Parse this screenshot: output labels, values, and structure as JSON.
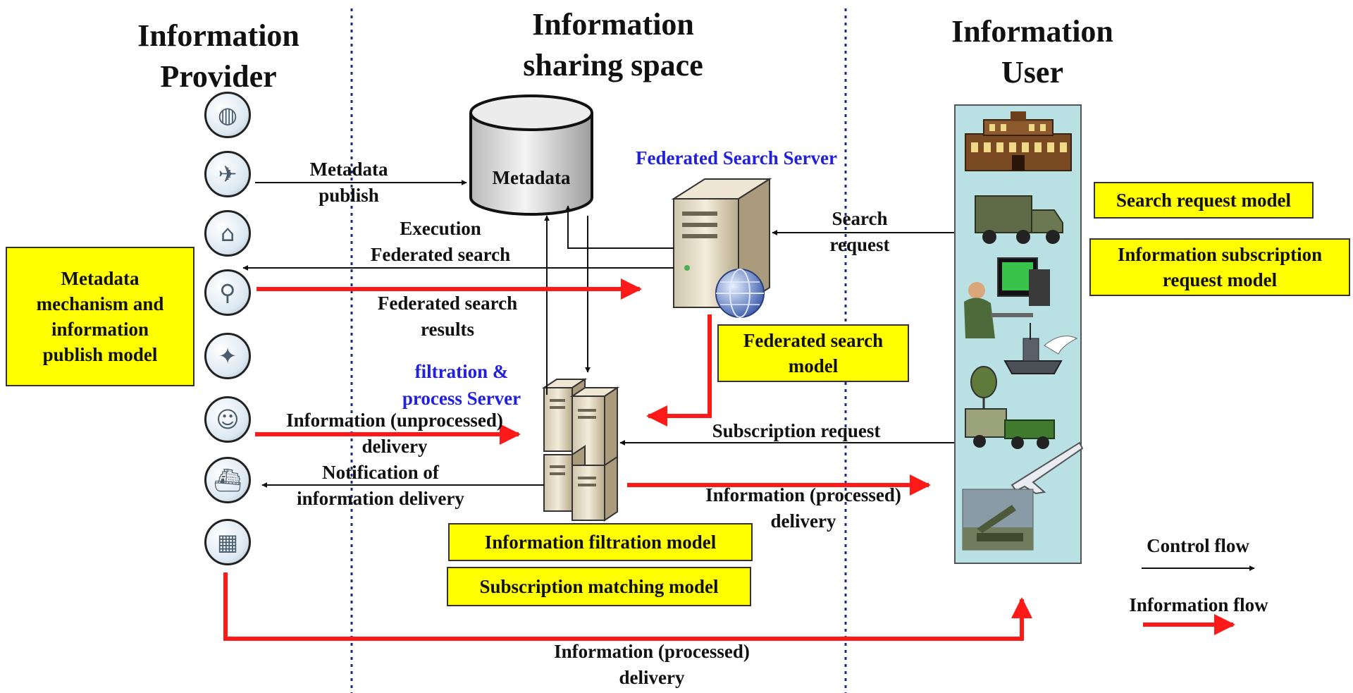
{
  "headers": {
    "provider": "Information\nProvider",
    "sharing_space": "Information\nsharing space",
    "user": "Information\nUser"
  },
  "servers": {
    "federated_search_server": "Federated Search Server",
    "filtration_server": "filtration &\nprocess Server",
    "metadata_db": "Metadata"
  },
  "flow_labels": {
    "metadata_publish": "Metadata\npublish",
    "execution_federated_search": "Execution\nFederated search",
    "federated_search_results": "Federated search\nresults",
    "search_request": "Search\nrequest",
    "info_unprocessed_delivery": "Information (unprocessed)\ndelivery",
    "notification_delivery": "Notification of\ninformation delivery",
    "subscription_request": "Subscription request",
    "info_processed_delivery_user": "Information (processed)\ndelivery",
    "info_processed_delivery_bottom": "Information (processed)\ndelivery"
  },
  "model_boxes": {
    "metadata_publish_model": "Metadata\nmechanism and\ninformation\npublish model",
    "search_request_model": "Search request model",
    "subscription_request_model": "Information subscription\nrequest model",
    "federated_search_model": "Federated search\nmodel",
    "filtration_model": "Information filtration model",
    "subscription_matching_model": "Subscription matching model"
  },
  "legend": {
    "control_flow": "Control flow",
    "information_flow": "Information flow"
  },
  "provider_icons": [
    "globe-icon",
    "aircraft-icon",
    "radar-station-icon",
    "satellite-dish-icon",
    "satellite-icon",
    "operator-icon",
    "ship-icon",
    "building-icon"
  ],
  "provider_glyphs": [
    "◍",
    "✈",
    "⌂",
    "⚲",
    "✦",
    "☺",
    "⛴",
    "▦"
  ],
  "user_icons": [
    "headquarters-icon",
    "truck-icon",
    "soldier-computer-icon",
    "warship-icon",
    "radar-vehicle-icon",
    "fighter-jet-icon",
    "missile-launcher-icon"
  ],
  "colors": {
    "control_flow": "#111111",
    "information_flow": "#ff1a1a",
    "model_box": "#ffff00",
    "user_panel": "#b9e0e3",
    "server_label": "#2020dd",
    "divider": "#1a2a80"
  }
}
